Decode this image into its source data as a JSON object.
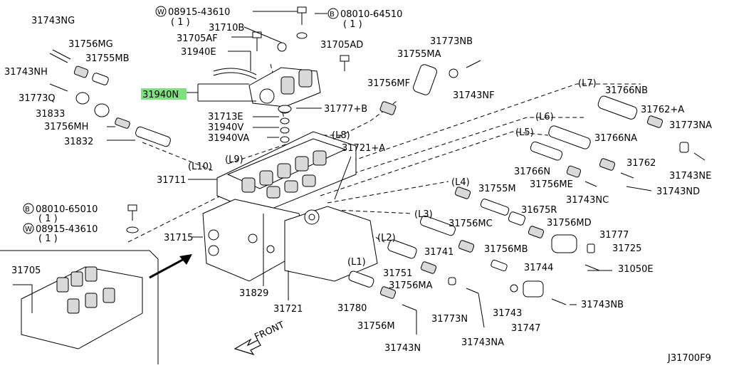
{
  "highlight_color": "#7fe07f",
  "diagram_code": "J31700F9",
  "front_label": "FRONT",
  "labels": {
    "p31743NG": "31743NG",
    "p31756MG": "31756MG",
    "p31755MB": "31755MB",
    "p31743NH": "31743NH",
    "p31773Q": "31773Q",
    "p31833": "31833",
    "p31756MH": "31756MH",
    "p31832": "31832",
    "p31711": "31711",
    "w08915_top": "08915-43610",
    "w08915_top_qty": "( 1 )",
    "p31710B": "31710B",
    "p31705AF": "31705AF",
    "p31940E": "31940E",
    "p31940N": "31940N",
    "p31713E": "31713E",
    "p31940V": "31940V",
    "p31940VA": "31940VA",
    "b08010_top": "08010-64510",
    "b08010_top_qty": "( 1 )",
    "p31705AD": "31705AD",
    "p31777B": "31777+B",
    "p31773NB": "31773NB",
    "p31755MA": "31755MA",
    "p31756MF": "31756MF",
    "p31743NF": "31743NF",
    "L8": "(L8)",
    "p31721A": "31721+A",
    "L9": "(L9)",
    "L10": "(L10)",
    "L7": "(L7)",
    "p31766NB": "31766NB",
    "p31762A": "31762+A",
    "p31773NA": "31773NA",
    "L6": "(L6)",
    "p31766NA": "31766NA",
    "L5": "(L5)",
    "p31766N": "31766N",
    "p31756ME": "31756ME",
    "p31762": "31762",
    "p31743NE": "31743NE",
    "p31743NC": "31743NC",
    "p31743ND": "31743ND",
    "L4": "(L4)",
    "p31755M": "31755M",
    "p31675R": "31675R",
    "p31756MC": "31756MC",
    "p31756MD": "31756MD",
    "L3": "(L3)",
    "p31741": "31741",
    "p31756MB": "31756MB",
    "p31777": "31777",
    "p31725": "31725",
    "L2": "(L2)",
    "p31751": "31751",
    "p31756MA": "31756MA",
    "p31744": "31744",
    "p31050E": "31050E",
    "L1": "(L1)",
    "p31780": "31780",
    "p31773N": "31773N",
    "p31743": "31743",
    "p31743NB": "31743NB",
    "p31756M": "31756M",
    "p31743NA": "31743NA",
    "p31747": "31747",
    "p31743N": "31743N",
    "b08010_mid": "08010-65010",
    "b08010_mid_qty": "( 1 )",
    "w08915_mid": "08915-43610",
    "w08915_mid_qty": "( 1 )",
    "p31715": "31715",
    "p31829": "31829",
    "p31721": "31721",
    "p31705": "31705"
  },
  "badges": {
    "washer": "W",
    "bolt": "B"
  }
}
